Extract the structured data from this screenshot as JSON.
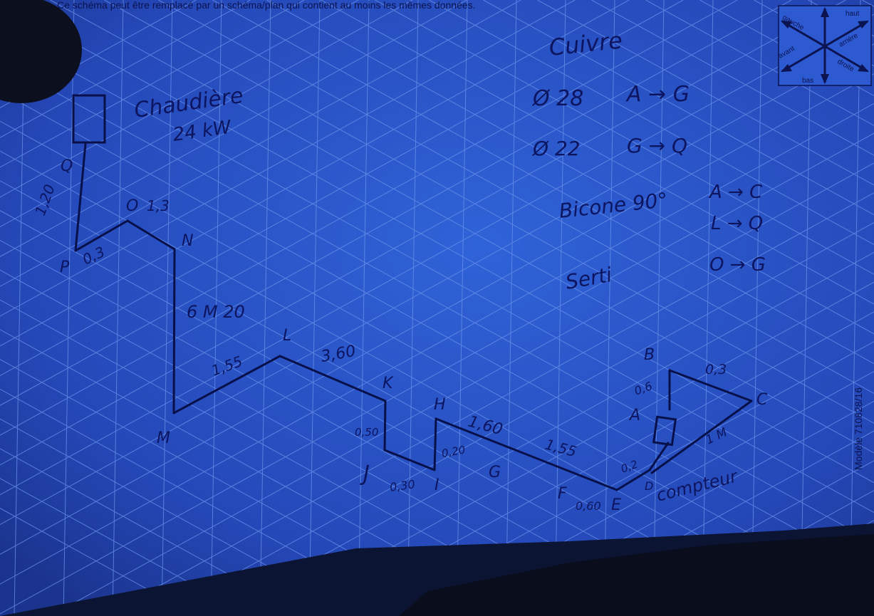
{
  "header": {
    "instruction": "Ce schéma peut être remplacé par un schéma/plan qui contient au moins les mêmes données."
  },
  "orientation_legend": {
    "haut": "haut",
    "bas": "bas",
    "gauche": "gauche",
    "droite": "droite",
    "avant": "avant",
    "arriere": "arrière"
  },
  "model_ref": "Modèle 710828/16",
  "notes": {
    "boiler_title": "Chaudière",
    "boiler_power": "24 kW",
    "material_title": "Cuivre",
    "copper_line1_dia": "Ø 28",
    "copper_line1_path": "A → G",
    "copper_line2_dia": "Ø 22",
    "copper_line2_path": "G → Q",
    "bicone_label": "Bicone 90°",
    "bicone_path1": "A → C",
    "bicone_path2": "L → Q",
    "serti_label": "Serti",
    "serti_path": "O → G",
    "compteur_label": "compteur"
  },
  "points": {
    "A": "A",
    "B": "B",
    "C": "C",
    "D": "D",
    "E": "E",
    "F": "F",
    "G": "G",
    "H": "H",
    "I": "I",
    "J": "J",
    "K": "K",
    "L": "L",
    "M": "M",
    "N": "N",
    "O": "O",
    "P": "P",
    "Q": "Q"
  },
  "measurements": {
    "QP": "1,20",
    "PO": "0,3",
    "ON": "1,3",
    "NM": "6 M 20",
    "ML": "1,55",
    "LK": "3,60",
    "KJ": "0,50",
    "JI": "0,30",
    "IH": "0,20",
    "HG": "1,60",
    "GF": "1,55",
    "FE": "0,60",
    "ED": "0,2",
    "DC": "1 M",
    "CB": "0,3",
    "BA": "0,6"
  },
  "colors": {
    "paper": "#2a55c9",
    "ink": "#0d1560",
    "grid": "#5a82e0"
  }
}
